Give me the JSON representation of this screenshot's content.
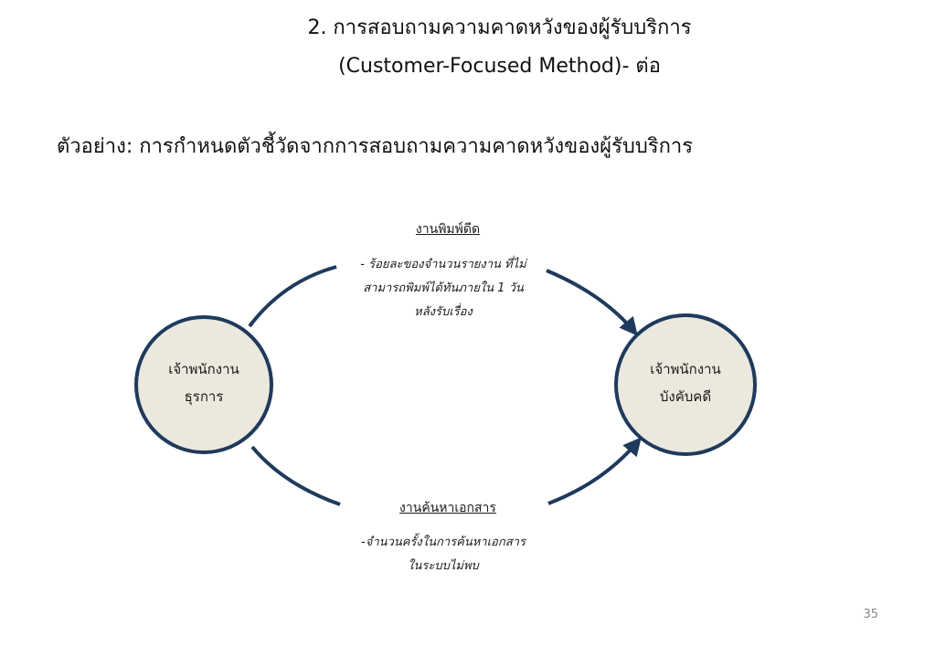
{
  "slide": {
    "title_line1": "2. การสอบถามความคาดหวังของผู้รับบริการ",
    "title_line2": "(Customer-Focused Method)- ต่อ",
    "subtitle": "ตัวอย่าง: การกำหนดตัวชี้วัดจากการสอบถามความคาดหวังของผู้รับบริการ",
    "page_number": "35"
  },
  "diagram": {
    "node_left": {
      "line1": "เจ้าพนักงาน",
      "line2": "ธุรการ"
    },
    "node_right": {
      "line1": "เจ้าพนักงาน",
      "line2": "บังคับคดี"
    },
    "flow_top": {
      "heading": "งานพิมพ์ดีด",
      "line1": "- ร้อยละของจำนวนรายงาน ที่ไม่",
      "line2": "สามารถพิมพ์ได้ทันภายใน  1 วัน",
      "line3": "หลังรับเรื่อง"
    },
    "flow_bottom": {
      "heading": "งานค้นหาเอกสาร",
      "line1": "-จำนวนครั้งในการค้นหาเอกสาร",
      "line2": "ในระบบไม่พบ"
    }
  },
  "colors": {
    "node_fill": "#ebe8de",
    "node_stroke": "#1f3a5c",
    "arrow": "#1f3a5c"
  }
}
